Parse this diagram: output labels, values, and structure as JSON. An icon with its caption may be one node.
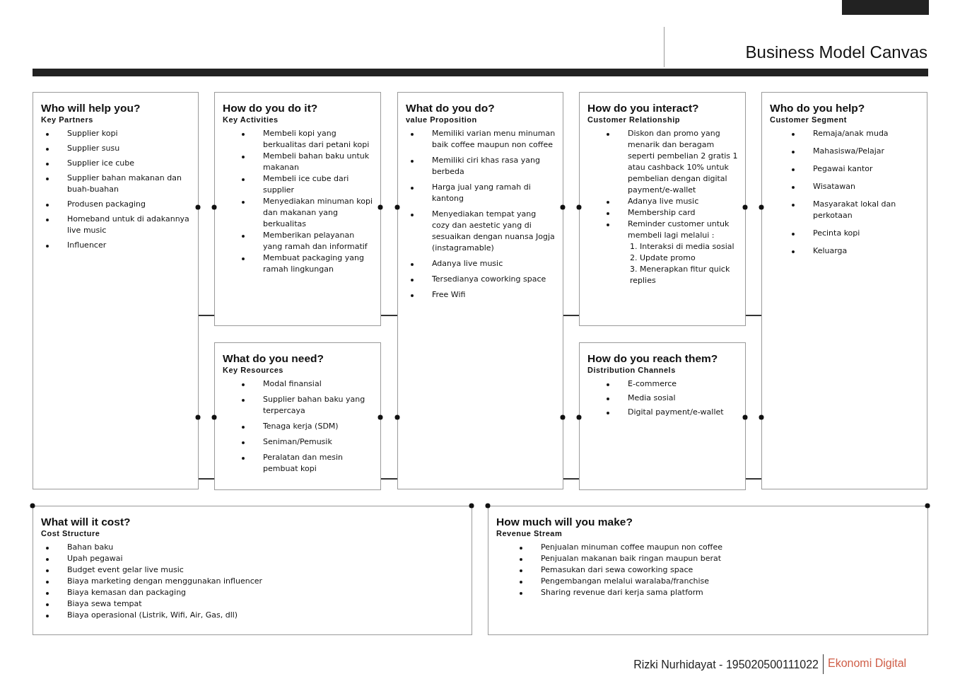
{
  "diagram": {
    "title": "Business Model Canvas",
    "nodes": [
      {
        "text": [
          "Who will help you?",
          "Key Partners",
          "Supplier kopi",
          "Supplier susu",
          "Supplier ice cube",
          "Supplier bahan makanan dan buah-buahan",
          "Produsen packaging",
          "Homeband untuk di adakannya live music",
          "Influencer"
        ]
      },
      {
        "text": [
          "How do you do it?",
          "Key Activities",
          "Membeli kopi yang berkualitas dari petani kopi",
          "Membeli bahan baku untuk makanan",
          "Membeli ice cube dari supplier",
          "Menyediakan minuman kopi dan makanan yang berkualitas",
          "Memberikan pelayanan yang ramah dan informatif",
          "Membuat packaging yang ramah lingkungan"
        ]
      },
      {
        "text": [
          "What do you do?",
          "value Proposition",
          "Memiliki varian menu minuman baik coffee maupun non coffee",
          "Memiliki ciri khas rasa yang berbeda",
          "Harga jual yang ramah di kantong",
          "Menyediakan tempat yang cozy dan aestetic yang di sesuaikan dengan nuansa Jogja (instagramable)",
          "Adanya live music",
          "Tersedianya coworking space",
          "Free Wifi"
        ]
      },
      {
        "text": [
          "How do you interact?",
          "Customer Relationship",
          "Diskon dan promo yang menarik dan beragam seperti pembelian 2 gratis 1 atau cashback 10% untuk pembelian dengan digital payment/e-wallet",
          "Adanya live music",
          "Membership card",
          "Reminder customer untuk membeli lagi melalui :",
          "1. Interaksi di media sosial",
          "2. Update promo",
          "3. Menerapkan fitur quick replies"
        ]
      },
      {
        "text": [
          "Who do you help?",
          "Customer Segment",
          "Remaja/anak muda",
          "Mahasiswa/Pelajar",
          "Pegawai kantor",
          "Wisatawan",
          "Masyarakat lokal dan perkotaan",
          "Pecinta kopi",
          "Keluarga"
        ]
      },
      {
        "text": [
          "What do you need?",
          "Key Resources",
          "Modal finansial",
          "Supplier bahan baku yang terpercaya",
          "Tenaga kerja (SDM)",
          "Seniman/Pemusik",
          "Peralatan dan mesin pembuat kopi"
        ]
      },
      {
        "text": [
          "How do you reach them?",
          "Distribution Channels",
          "E-commerce",
          "Media sosial",
          "Digital payment/e-wallet"
        ]
      },
      {
        "text": [
          "What will it cost?",
          "Cost Structure",
          "Bahan baku",
          "Upah pegawai",
          "Budget event gelar live music",
          "Biaya marketing dengan menggunakan influencer",
          "Biaya kemasan dan packaging",
          "Biaya sewa tempat",
          "Biaya operasional (Listrik, Wifi, Air, Gas, dll)"
        ]
      },
      {
        "text": [
          "How much will you make?",
          "Revenue Stream",
          "Penjualan minuman coffee maupun non coffee",
          "Penjualan makanan baik ringan maupun berat",
          "Pemasukan dari sewa coworking space",
          "Pengembangan melalui waralaba/franchise",
          "Sharing revenue dari kerja sama platform"
        ]
      }
    ],
    "edges": [
      {
        "from": 0,
        "to": 1,
        "arrow": "none"
      },
      {
        "from": 1,
        "to": 2,
        "arrow": "none"
      },
      {
        "from": 2,
        "to": 3,
        "arrow": "none"
      },
      {
        "from": 3,
        "to": 4,
        "arrow": "none"
      },
      {
        "from": 0,
        "to": 5,
        "arrow": "none"
      },
      {
        "from": 5,
        "to": 2,
        "arrow": "none"
      },
      {
        "from": 2,
        "to": 6,
        "arrow": "none"
      },
      {
        "from": 6,
        "to": 4,
        "arrow": "none"
      }
    ],
    "labels": [
      "Rizki Nurhidayat - 195020500111022",
      "Ekonomi Digital"
    ]
  }
}
